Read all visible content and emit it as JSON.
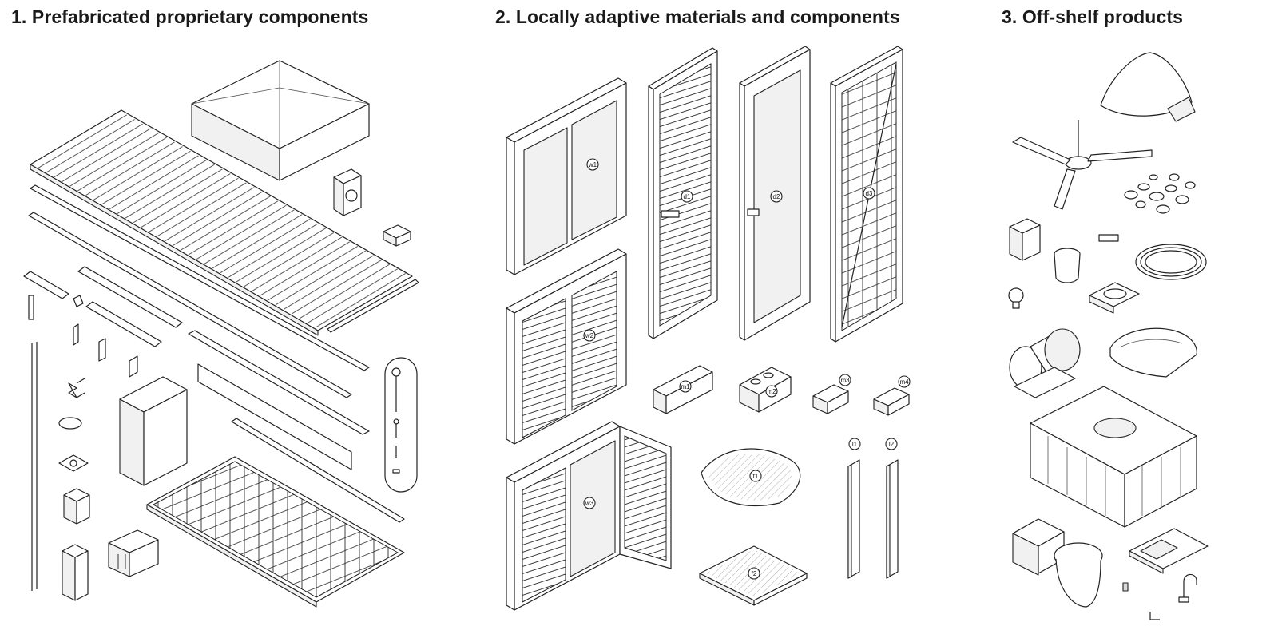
{
  "sections": [
    {
      "title": "1. Prefabricated proprietary components"
    },
    {
      "title": "2. Locally adaptive materials and components"
    },
    {
      "title": "3. Off-shelf products"
    }
  ],
  "tags": {
    "w1": "w1",
    "w2": "w2",
    "w3": "w3",
    "d1": "d1",
    "d2": "d2",
    "d3": "d3",
    "m1": "m1",
    "m2": "m2",
    "m3": "m3",
    "m4": "m4",
    "f1": "f1",
    "f2": "f2",
    "l1": "l1",
    "l2": "l2"
  },
  "colors": {
    "line": "#222222",
    "fill": "#ffffff",
    "shade": "#d8d8d8"
  }
}
